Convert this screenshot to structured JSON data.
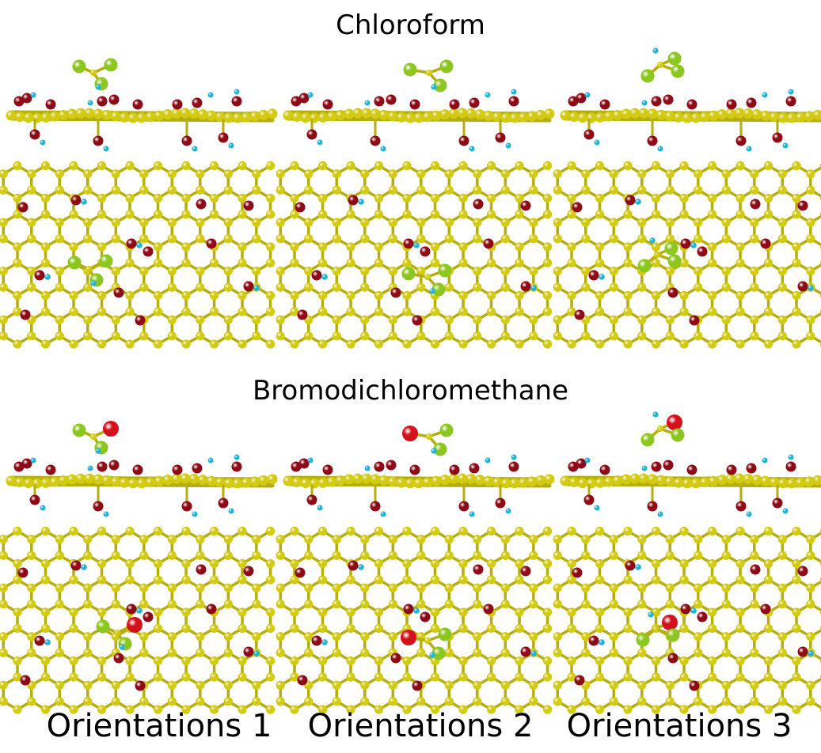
{
  "sections": [
    {
      "title": "Chloroform"
    },
    {
      "title": "Bromodichloromethane"
    }
  ],
  "orientations": [
    {
      "label": "Orientations 1"
    },
    {
      "label": "Orientations 2"
    },
    {
      "label": "Orientations 3"
    }
  ],
  "colors": {
    "carbon": "#d2cb12",
    "oxygen": "#8e0a17",
    "hydrogen": "#1fb3d8",
    "chlorine": "#8cc71f",
    "bromine": "#d3111c",
    "bond": "#b6ad10"
  }
}
